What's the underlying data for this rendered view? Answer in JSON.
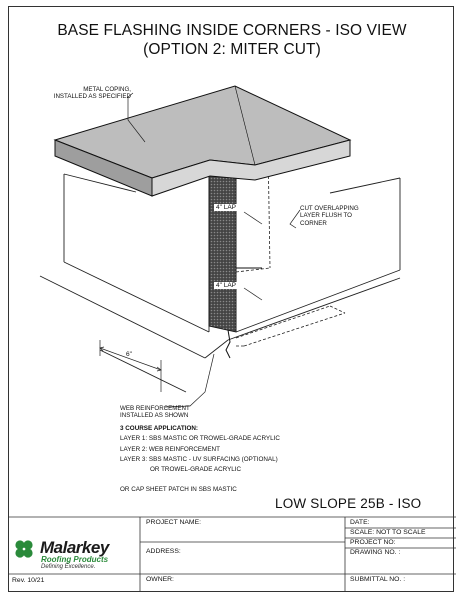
{
  "title": {
    "line1": "BASE FLASHING INSIDE CORNERS - ISO VIEW",
    "line2": "(OPTION 2: MITER CUT)"
  },
  "callouts": {
    "coping": [
      "METAL COPING,",
      "INSTALLED AS SPECIFIED"
    ],
    "cut": [
      "CUT OVERLAPPING",
      "LAYER FLUSH TO",
      "CORNER"
    ],
    "web": [
      "WEB REINFORCEMENT",
      "INSTALLED AS SHOWN"
    ],
    "lap_upper": "4\" LAP",
    "lap_lower": "4\" LAP",
    "dimension": "6\""
  },
  "notes": {
    "heading": "3 COURSE APPLICATION:",
    "layer1": "LAYER 1: SBS MASTIC OR TROWEL-GRADE ACRYLIC",
    "layer2": "LAYER 2: WEB REINFORCEMENT",
    "layer3": "LAYER 3: SBS MASTIC - UV SURFACING (OPTIONAL)",
    "layer3b": "OR TROWEL-GRADE ACRYLIC",
    "alt": "OR CAP SHEET PATCH IN SBS MASTIC"
  },
  "sheet_id": "LOW SLOPE 25B - ISO",
  "title_block": {
    "project_name": "PROJECT NAME:",
    "address": "ADDRESS:",
    "owner": "OWNER:",
    "date": "DATE:",
    "scale": "SCALE:  NOT TO SCALE",
    "project_no": "PROJECT NO:",
    "drawing_no": "DRAWING NO. :",
    "submittal_no": "SUBMITTAL NO. :",
    "revision": "Rev. 10/21"
  },
  "logo": {
    "name": "Malarkey",
    "sub": "Roofing Products",
    "tagline": "Defining Excellence.",
    "icon": "clover-leaf-icon",
    "color": "#2a8a3a"
  }
}
